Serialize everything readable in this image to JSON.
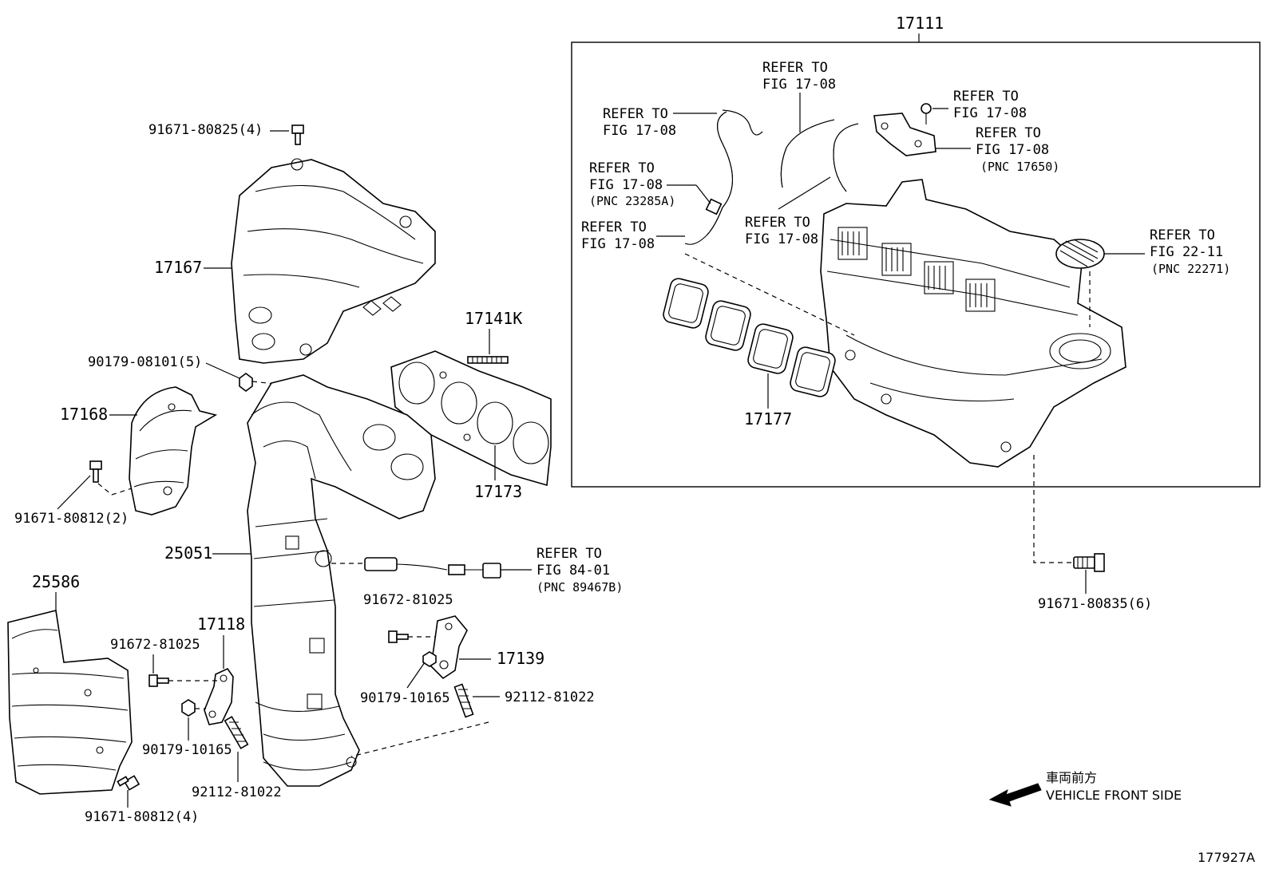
{
  "labels": {
    "p17111": "17111",
    "p17167": "17167",
    "p17168": "17168",
    "p17141k": "17141K",
    "p17173": "17173",
    "p17177": "17177",
    "p25051": "25051",
    "p25586": "25586",
    "p17118": "17118",
    "p17139": "17139",
    "b91671_80825": "91671-80825(4)",
    "b90179_08101": "90179-08101(5)",
    "b91671_80812_2": "91671-80812(2)",
    "b91672_81025_a": "91672-81025",
    "b91672_81025_b": "91672-81025",
    "b90179_10165_a": "90179-10165",
    "b90179_10165_b": "90179-10165",
    "b92112_81022_a": "92112-81022",
    "b92112_81022_b": "92112-81022",
    "b91671_80812_4": "91671-80812(4)",
    "b91671_80835": "91671-80835(6)"
  },
  "refs": {
    "r1": {
      "l1": "REFER TO",
      "l2": "FIG 17-08"
    },
    "r2": {
      "l1": "REFER TO",
      "l2": "FIG 17-08"
    },
    "r3": {
      "l1": "REFER TO",
      "l2": "FIG 17-08",
      "l3": "(PNC 23285A)"
    },
    "r4": {
      "l1": "REFER TO",
      "l2": "FIG 17-08"
    },
    "r5": {
      "l1": "REFER TO",
      "l2": "FIG 17-08"
    },
    "r6": {
      "l1": "REFER TO",
      "l2": "FIG 17-08"
    },
    "r7": {
      "l1": "REFER TO",
      "l2": "FIG 17-08",
      "l3": "(PNC 17650)"
    },
    "r8": {
      "l1": "REFER TO",
      "l2": "FIG 22-11",
      "l3": "(PNC 22271)"
    },
    "r9": {
      "l1": "REFER TO",
      "l2": "FIG 84-01",
      "l3": "(PNC 89467B)"
    }
  },
  "direction": {
    "jp": "車両前方",
    "en": "VEHICLE FRONT SIDE"
  },
  "figure_id": "177927A"
}
